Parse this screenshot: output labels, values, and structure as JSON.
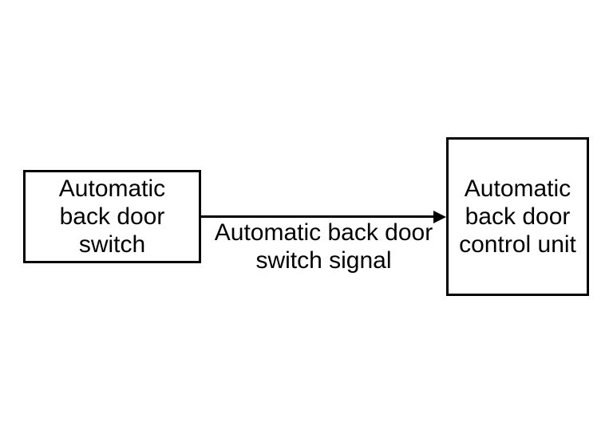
{
  "colors": {
    "background": "#ffffff",
    "line": "#000000",
    "text": "#000000"
  },
  "diagram": {
    "left_box": {
      "label": "Automatic\nback door\nswitch"
    },
    "arrow": {
      "label": "Automatic back door\nswitch signal"
    },
    "right_box": {
      "label": "Automatic\nback door\ncontrol unit"
    }
  }
}
